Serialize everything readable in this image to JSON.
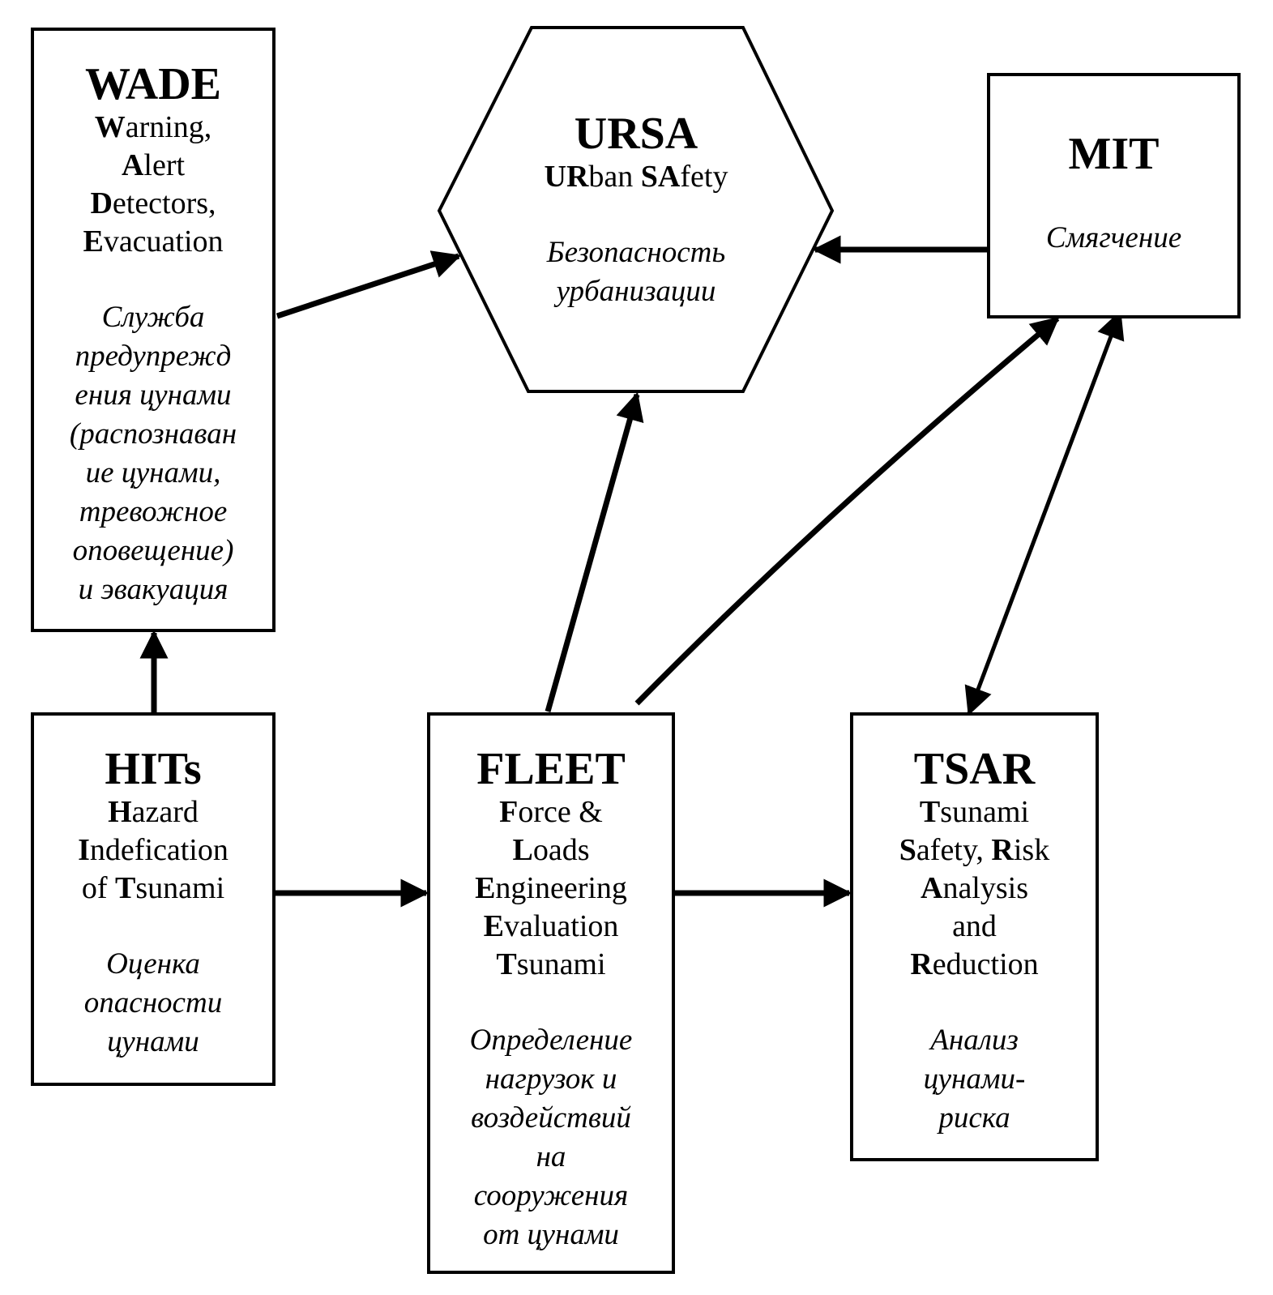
{
  "diagram": {
    "nodes": {
      "wade": {
        "title": "WADE",
        "english": [
          {
            "initial": "W",
            "rest": "arning,"
          },
          {
            "initial": "A",
            "rest": "lert"
          },
          {
            "initial": "D",
            "rest": "etectors,"
          },
          {
            "initial": "E",
            "rest": "vacuation"
          }
        ],
        "russian": [
          "Служба",
          "предупрежд",
          "ения цунами",
          "(распознаван",
          "ие цунами,",
          "тревожное",
          "оповещение)",
          "и эвакуация"
        ]
      },
      "ursa": {
        "title": "URSA",
        "english": [
          {
            "parts": [
              {
                "b": "UR"
              },
              {
                "t": "ban "
              },
              {
                "b": "SA"
              },
              {
                "t": "fety"
              }
            ]
          }
        ],
        "russian": [
          "Безопасность",
          "урбанизации"
        ]
      },
      "mit": {
        "title": "MIT",
        "russian": [
          "Смягчение"
        ]
      },
      "hits": {
        "title": "HITs",
        "english": [
          {
            "initial": "H",
            "rest": "azard"
          },
          {
            "initial": "I",
            "rest": "ndefication"
          },
          {
            "pre": "of ",
            "initial": "T",
            "rest": "sunami"
          }
        ],
        "russian": [
          "Оценка",
          "опасности",
          "цунами"
        ]
      },
      "fleet": {
        "title": "FLEET",
        "english": [
          {
            "initial": "F",
            "rest": "orce &"
          },
          {
            "initial": "L",
            "rest": "oads"
          },
          {
            "initial": "E",
            "rest": "ngineering"
          },
          {
            "initial": "E",
            "rest": "valuation"
          },
          {
            "initial": "T",
            "rest": "sunami"
          }
        ],
        "russian": [
          "Определение",
          "нагрузок и",
          "воздействий",
          "на",
          "сооружения",
          "от цунами"
        ]
      },
      "tsar": {
        "title": "TSAR",
        "english": [
          {
            "initial": "T",
            "rest": "sunami"
          },
          {
            "parts": [
              {
                "b": "S"
              },
              {
                "t": "afety, "
              },
              {
                "b": "R"
              },
              {
                "t": "isk"
              }
            ]
          },
          {
            "initial": "A",
            "rest": "nalysis"
          },
          {
            "pre": "and",
            "initial": "",
            "rest": ""
          },
          {
            "initial": "R",
            "rest": "eduction"
          }
        ],
        "russian": [
          "Анализ",
          "цунами-",
          "риска"
        ]
      }
    },
    "edges": [
      {
        "from": "wade",
        "to": "ursa",
        "type": "arrow"
      },
      {
        "from": "mit",
        "to": "ursa",
        "type": "arrow"
      },
      {
        "from": "hits",
        "to": "wade",
        "type": "arrow"
      },
      {
        "from": "hits",
        "to": "fleet",
        "type": "arrow"
      },
      {
        "from": "fleet",
        "to": "ursa",
        "type": "arrow"
      },
      {
        "from": "fleet",
        "to": "mit",
        "type": "arrow"
      },
      {
        "from": "fleet",
        "to": "tsar",
        "type": "arrow"
      },
      {
        "from": "mit",
        "to": "tsar",
        "type": "double-arrow"
      }
    ],
    "colors": {
      "stroke": "#000000",
      "background": "#ffffff"
    }
  }
}
